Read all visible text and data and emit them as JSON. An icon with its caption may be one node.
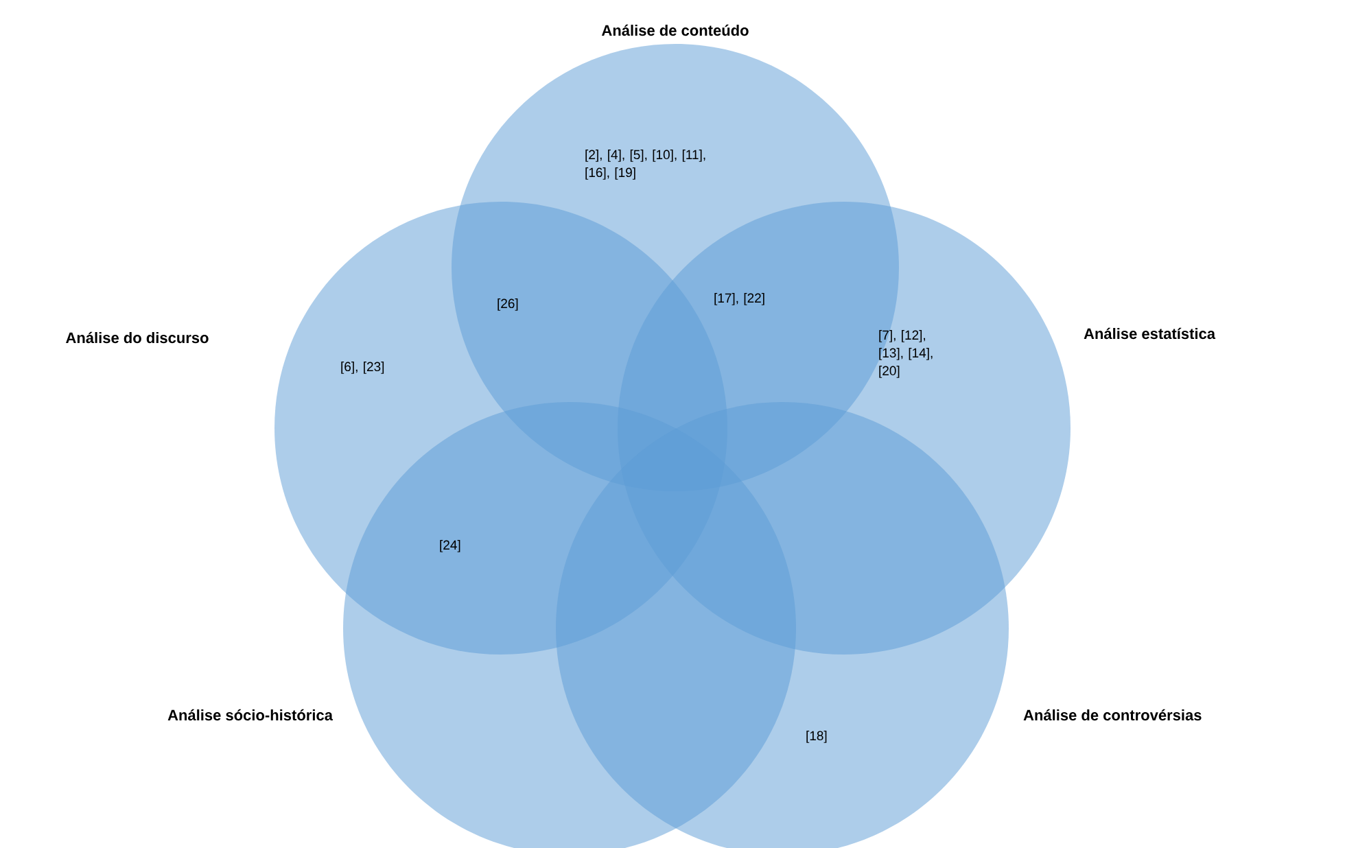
{
  "diagram": {
    "nodes": [
      {
        "text": [
          "Análise de conteúdo"
        ]
      },
      {
        "text": [
          "Análise do discurso"
        ]
      },
      {
        "text": [
          "Análise estatística"
        ]
      },
      {
        "text": [
          "Análise sócio-histórica"
        ]
      },
      {
        "text": [
          "Análise de controvérsias"
        ]
      }
    ],
    "labels": [
      "[2], [4], [5], [10], [11], [16], [19]",
      "[26]",
      "[17], [22]",
      "[7], [12], [13], [14], [20]",
      "[6], [23]",
      "[24]",
      "[18]"
    ]
  }
}
